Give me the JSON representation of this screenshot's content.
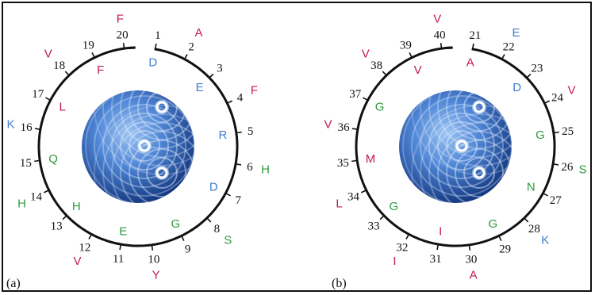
{
  "colors": {
    "red": "#c2185b",
    "blue": "#3d7fd0",
    "green": "#2e9a3e",
    "black": "#111111",
    "sphere": "#2f62b8"
  },
  "panels": [
    {
      "label": "(a)",
      "numbers": [
        "1",
        "2",
        "3",
        "4",
        "5",
        "6",
        "7",
        "8",
        "9",
        "10",
        "11",
        "12",
        "13",
        "14",
        "15",
        "16",
        "17",
        "18",
        "19",
        "20"
      ],
      "residues": [
        {
          "t": "D",
          "c": "blue"
        },
        {
          "t": "A",
          "c": "red"
        },
        {
          "t": "E",
          "c": "blue"
        },
        {
          "t": "F",
          "c": "red"
        },
        {
          "t": "R",
          "c": "blue"
        },
        {
          "t": "H",
          "c": "green"
        },
        {
          "t": "D",
          "c": "blue"
        },
        {
          "t": "S",
          "c": "green"
        },
        {
          "t": "G",
          "c": "green"
        },
        {
          "t": "Y",
          "c": "red"
        },
        {
          "t": "E",
          "c": "green"
        },
        {
          "t": "V",
          "c": "red"
        },
        {
          "t": "H",
          "c": "green"
        },
        {
          "t": "H",
          "c": "green"
        },
        {
          "t": "Q",
          "c": "green"
        },
        {
          "t": "K",
          "c": "blue"
        },
        {
          "t": "L",
          "c": "red"
        },
        {
          "t": "V",
          "c": "red"
        },
        {
          "t": "F",
          "c": "red"
        },
        {
          "t": "F",
          "c": "red"
        }
      ]
    },
    {
      "label": "(b)",
      "numbers": [
        "21",
        "22",
        "23",
        "24",
        "25",
        "26",
        "27",
        "28",
        "29",
        "30",
        "31",
        "32",
        "33",
        "34",
        "35",
        "36",
        "37",
        "38",
        "39",
        "40"
      ],
      "residues": [
        {
          "t": "A",
          "c": "red"
        },
        {
          "t": "E",
          "c": "blue"
        },
        {
          "t": "D",
          "c": "blue"
        },
        {
          "t": "V",
          "c": "red"
        },
        {
          "t": "G",
          "c": "green"
        },
        {
          "t": "S",
          "c": "green"
        },
        {
          "t": "N",
          "c": "green"
        },
        {
          "t": "K",
          "c": "blue"
        },
        {
          "t": "G",
          "c": "green"
        },
        {
          "t": "A",
          "c": "red"
        },
        {
          "t": "I",
          "c": "red"
        },
        {
          "t": "I",
          "c": "red"
        },
        {
          "t": "G",
          "c": "green"
        },
        {
          "t": "L",
          "c": "red"
        },
        {
          "t": "M",
          "c": "red"
        },
        {
          "t": "V",
          "c": "red"
        },
        {
          "t": "G",
          "c": "green"
        },
        {
          "t": "V",
          "c": "red"
        },
        {
          "t": "V",
          "c": "red"
        },
        {
          "t": "V",
          "c": "red"
        }
      ]
    }
  ]
}
